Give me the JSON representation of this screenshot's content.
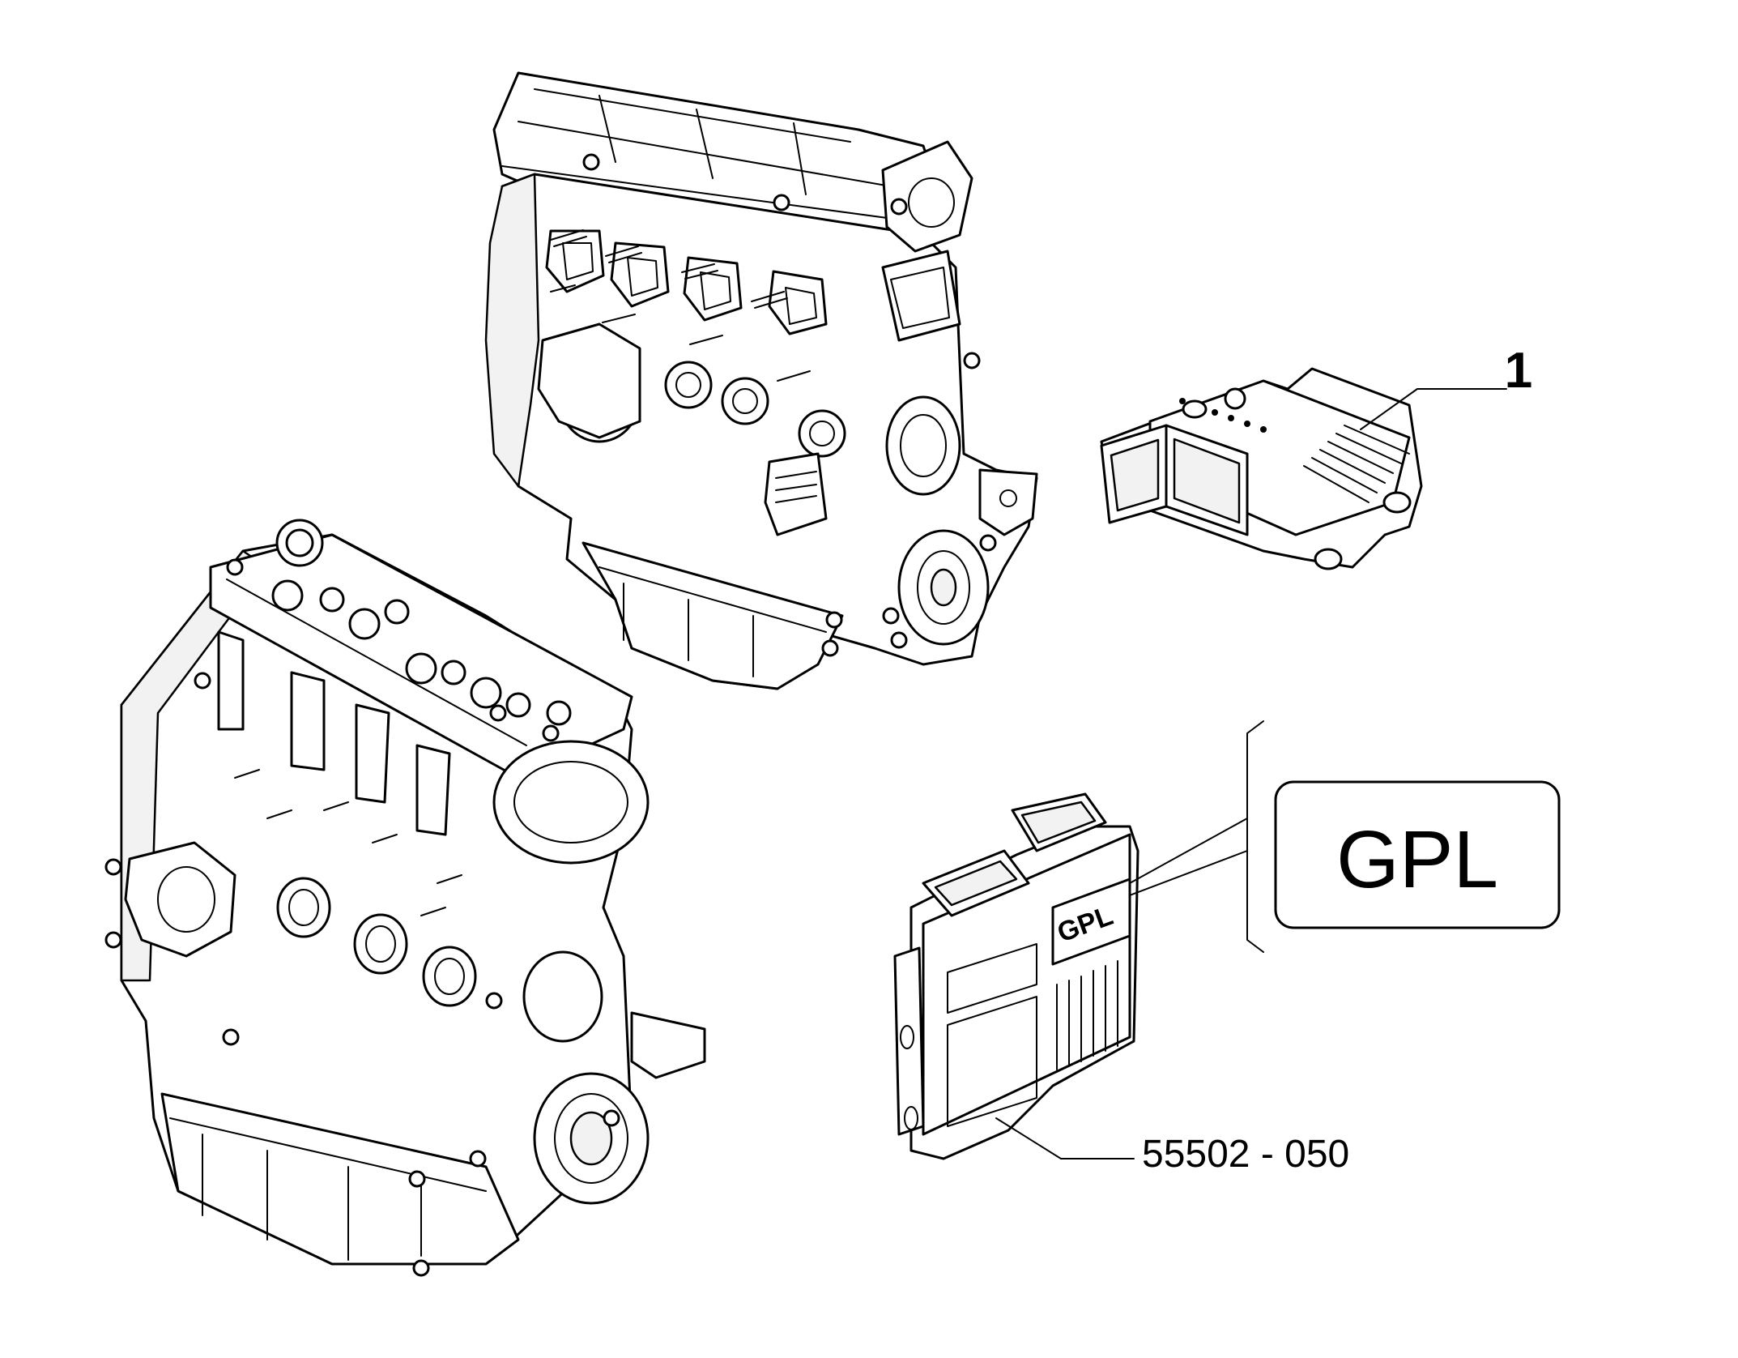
{
  "callouts": {
    "item_1": "1",
    "part_number": "55502 - 050"
  },
  "variant_box": {
    "label": "GPL"
  },
  "ecu_gpl_label": "GPL"
}
